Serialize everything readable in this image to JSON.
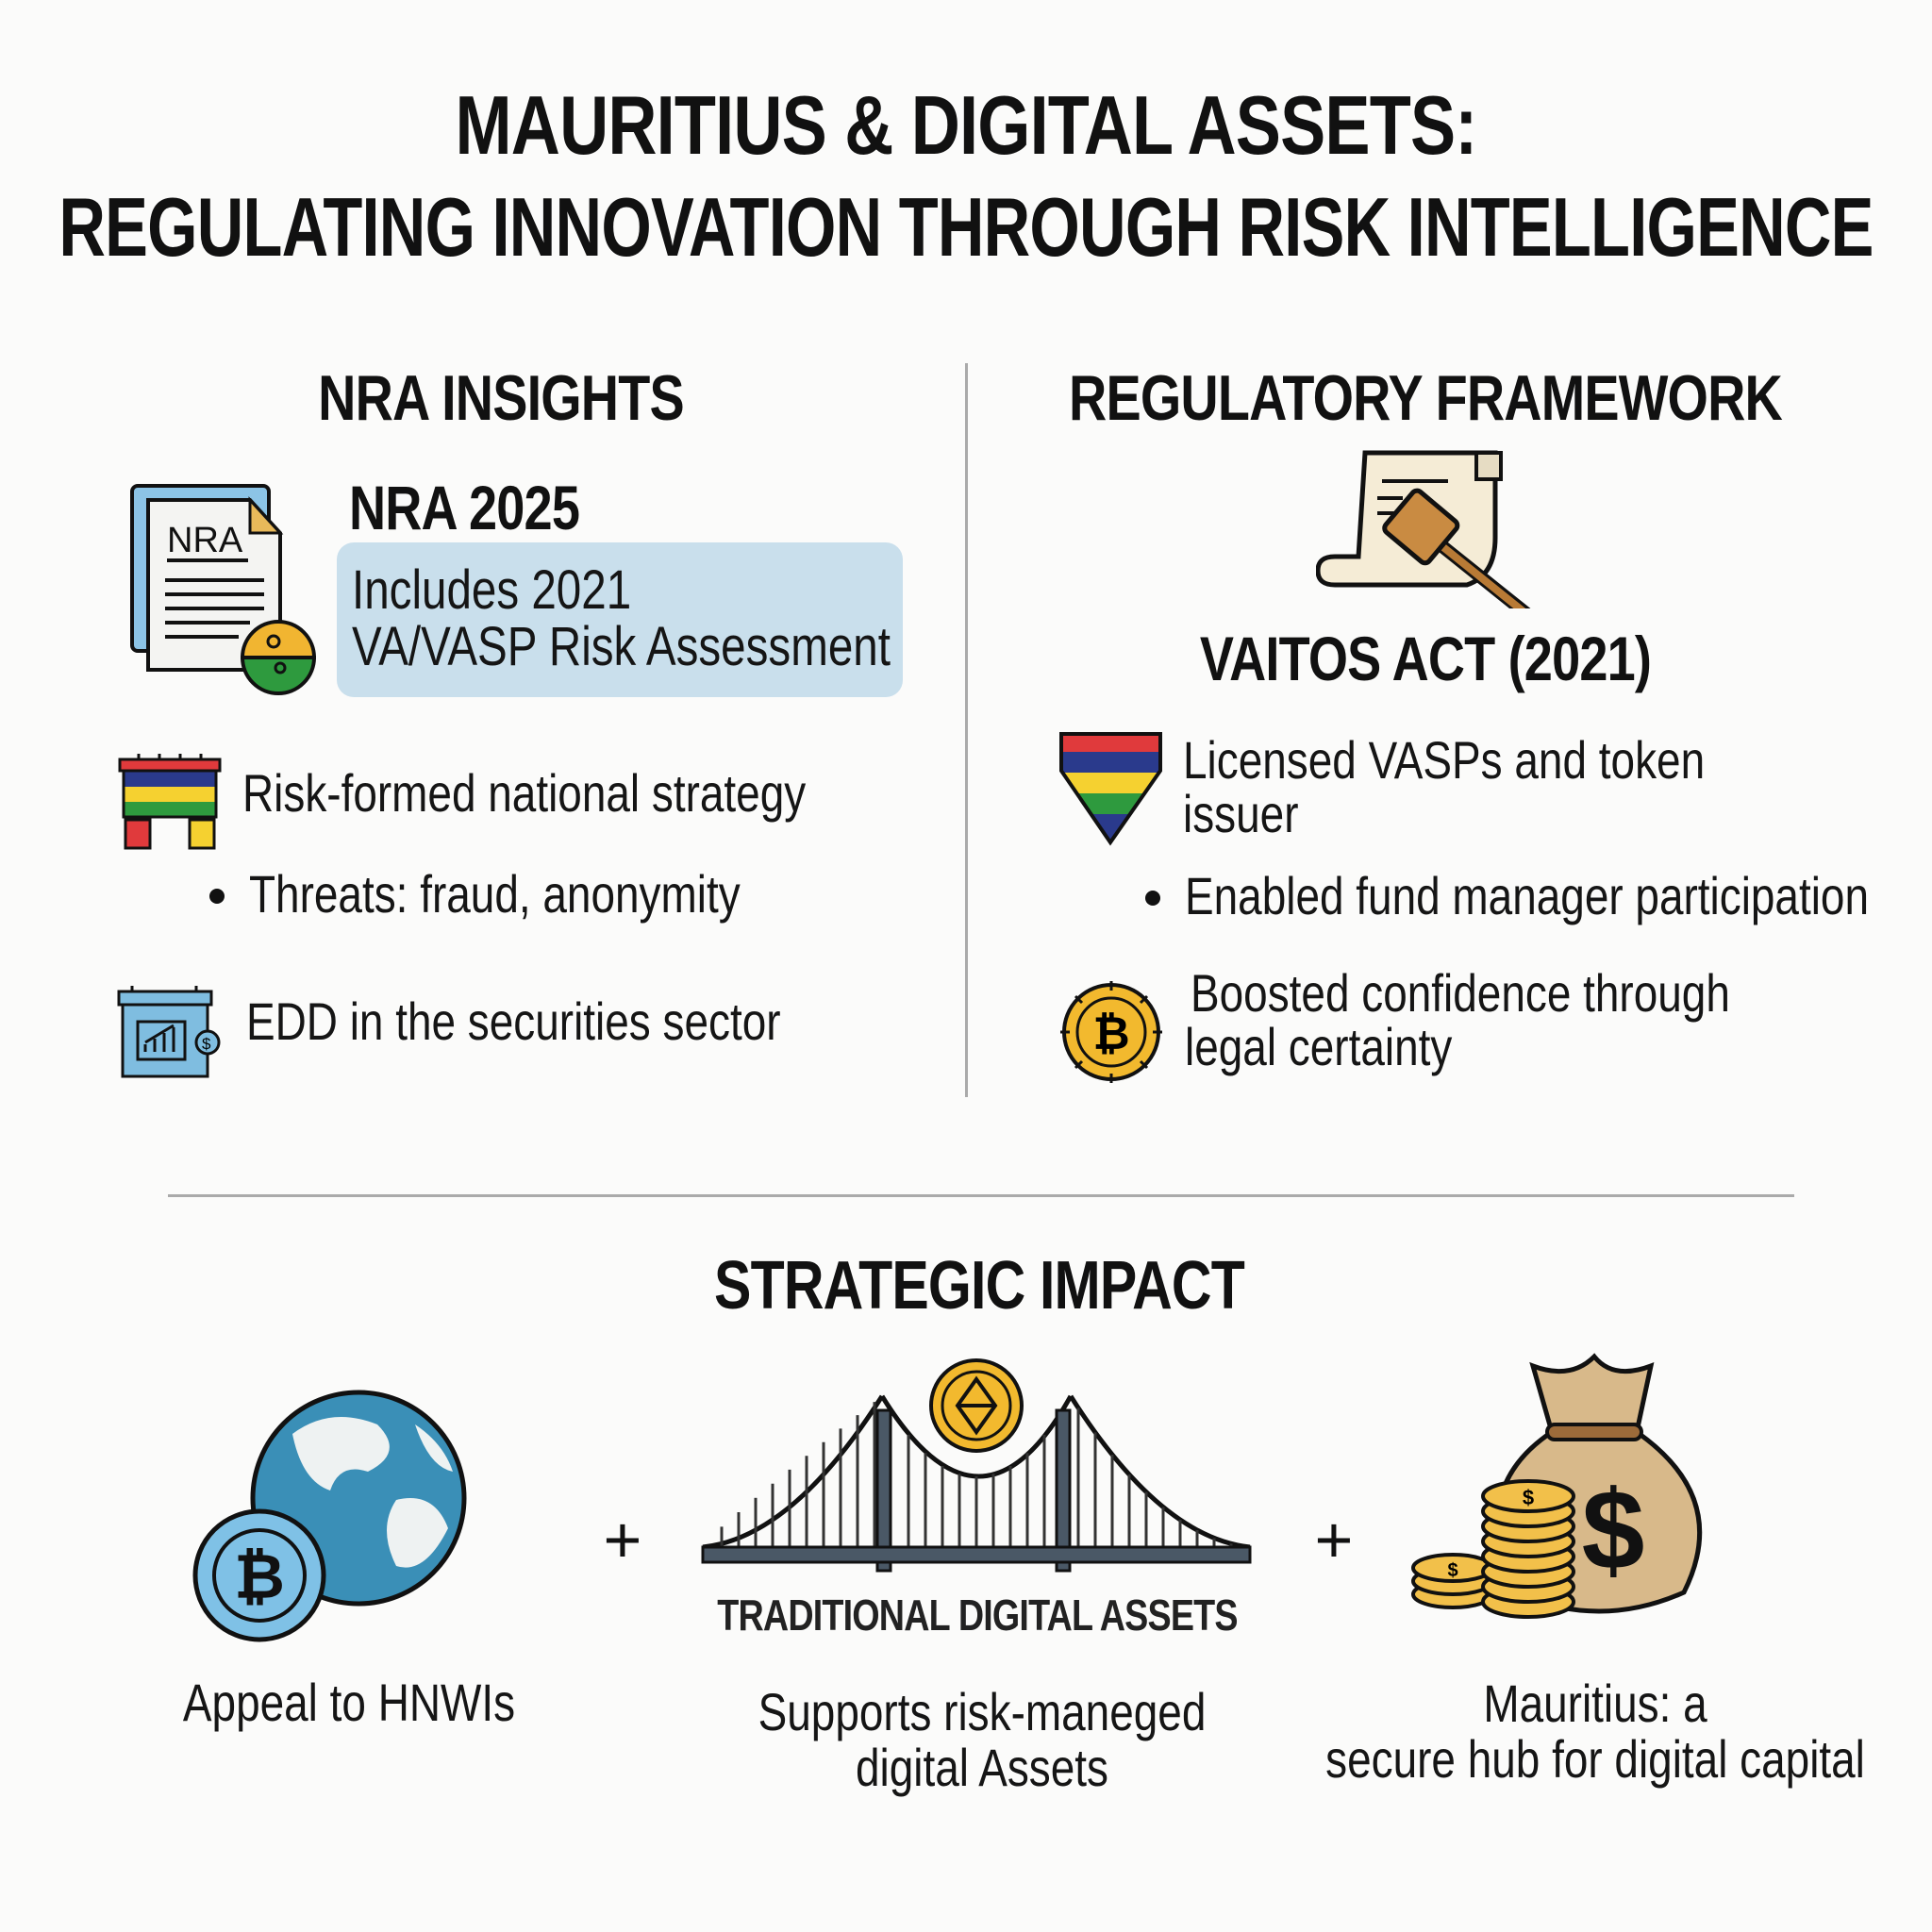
{
  "title": {
    "line1": "MAURITIUS & DIGITAL ASSETS:",
    "line2": "REGULATING INNOVATION THROUGH RISK INTELLIGENCE"
  },
  "nra_insights": {
    "heading": "NRA INSIGHTS",
    "doc_icon_label": "NRA",
    "subheading": "NRA 2025",
    "box_line1": "Includes 2021",
    "box_line2": "VA/VASP Risk Assessment",
    "items": [
      {
        "icon": "mauritius-flag-stand-icon",
        "text": "Risk-formed national strategy"
      },
      {
        "icon": "bullet",
        "text": "Threats: fraud, anonymity"
      },
      {
        "icon": "securities-chart-icon",
        "text": "EDD in the securities sector"
      }
    ]
  },
  "regulatory_framework": {
    "heading": "REGULATORY FRAMEWORK",
    "subheading": "VAITOS ACT (2021)",
    "items": [
      {
        "icon": "flag-shield-icon",
        "line1": "Licensed VASPs and token",
        "line2": "issuer"
      },
      {
        "icon": "bullet",
        "line1": "Enabled fund manager participation"
      },
      {
        "icon": "bitcoin-coin-icon",
        "line1": "Boosted confidence through",
        "line2": "legal certainty"
      }
    ]
  },
  "strategic_impact": {
    "heading": "STRATEGIC IMPACT",
    "plus": "+",
    "items": [
      {
        "icon": "globe-bitcoin-icon",
        "line1": "Appeal to HNWIs"
      },
      {
        "icon": "bridge-ethereum-icon",
        "caption": "TRADITIONAL DIGITAL ASSETS",
        "line1": "Supports risk-maneged",
        "line2": "digital Assets"
      },
      {
        "icon": "money-bag-icon",
        "line1": "Mauritius: a",
        "line2": "secure hub for digital capital"
      }
    ]
  },
  "colors": {
    "flag_red": "#e03a3c",
    "flag_blue": "#2a3a8c",
    "flag_yellow": "#f5d130",
    "flag_green": "#2e9a3e",
    "box_blue": "#c9dfec",
    "icon_blue": "#7fbde0",
    "gold": "#f2b92e"
  }
}
